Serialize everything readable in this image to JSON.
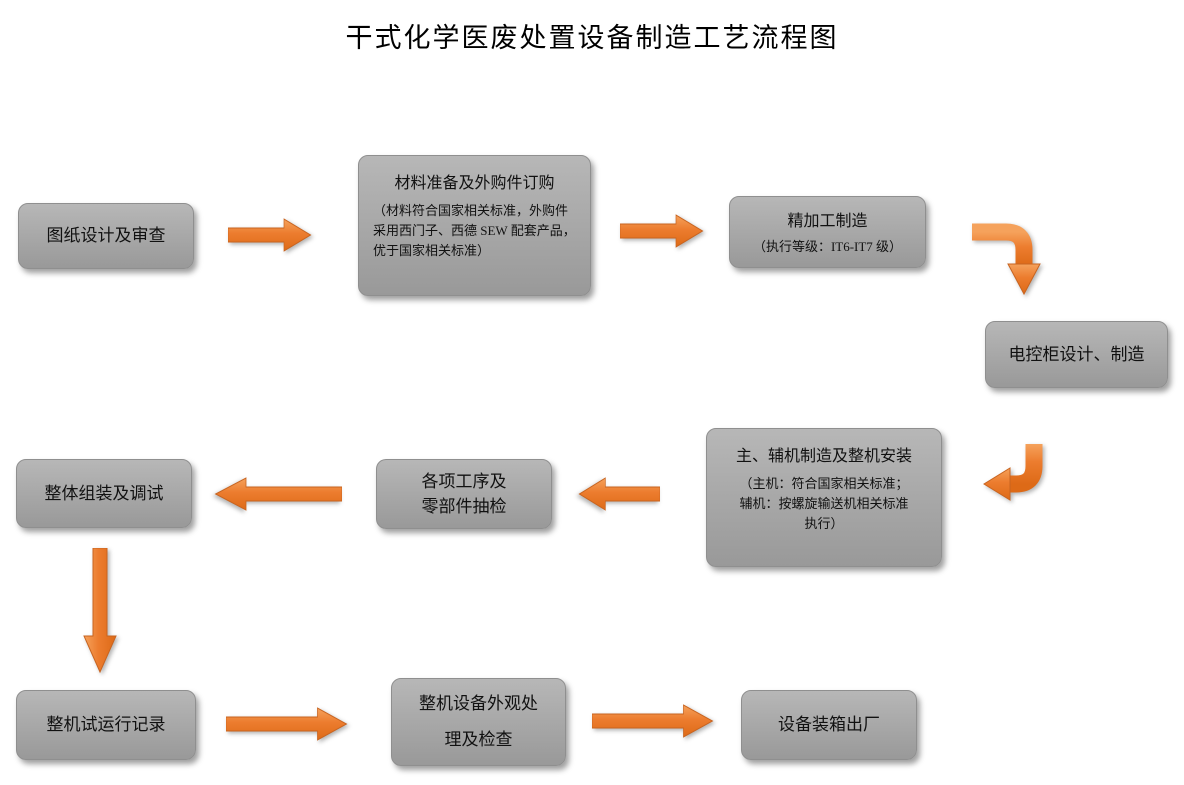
{
  "title": "干式化学医废处置设备制造工艺流程图",
  "nodes": {
    "design": {
      "label": "图纸设计及审查"
    },
    "materials": {
      "label": "材料准备及外购件订购",
      "note": "（材料符合国家相关标准，外购件采用西门子、西德 SEW 配套产品，优于国家相关标准）"
    },
    "machining": {
      "label": "精加工制造",
      "note": "（执行等级：IT6-IT7 级）"
    },
    "cabinet": {
      "label": "电控柜设计、制造"
    },
    "assembly_main": {
      "label": "主、辅机制造及整机安装",
      "note": "（主机：符合国家相关标准；\n辅机：按螺旋输送机相关标准\n执行）"
    },
    "inspection": {
      "label": "各项工序及\n零部件抽检"
    },
    "overall": {
      "label": "整体组装及调试"
    },
    "trial": {
      "label": "整机试运行记录"
    },
    "appearance": {
      "label": "整机设备外观处理及检查"
    },
    "shipping": {
      "label": "设备装箱出厂"
    }
  },
  "colors": {
    "background": "#ffffff",
    "text": "#111111",
    "box": "#a6a6a6",
    "box_light": "#b7b7b7",
    "box_dark": "#999999",
    "arrow": "#ec7c2e",
    "arrow_light": "#f5a25c",
    "arrow_dark": "#dd6a17"
  }
}
